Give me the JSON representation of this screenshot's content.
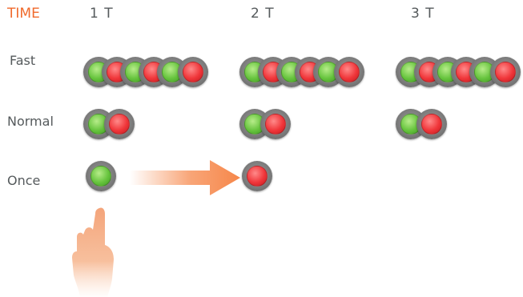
{
  "header": {
    "time_label": "TIME",
    "columns": [
      "1 T",
      "2 T",
      "3 T"
    ]
  },
  "rows": [
    {
      "label": "Fast"
    },
    {
      "label": "Normal"
    },
    {
      "label": "Once"
    }
  ],
  "colors": {
    "time_label": "#f06a2c",
    "text": "#555a5c",
    "green_light": "#67c43e",
    "red_light": "#f0363a",
    "arrow": "#f6874a",
    "hand": "#f4a47a"
  },
  "icons": {
    "light_off_on": "red-light-icon",
    "light_on": "green-light-icon",
    "arrow": "right-arrow-icon",
    "hand": "pointing-hand-icon"
  }
}
